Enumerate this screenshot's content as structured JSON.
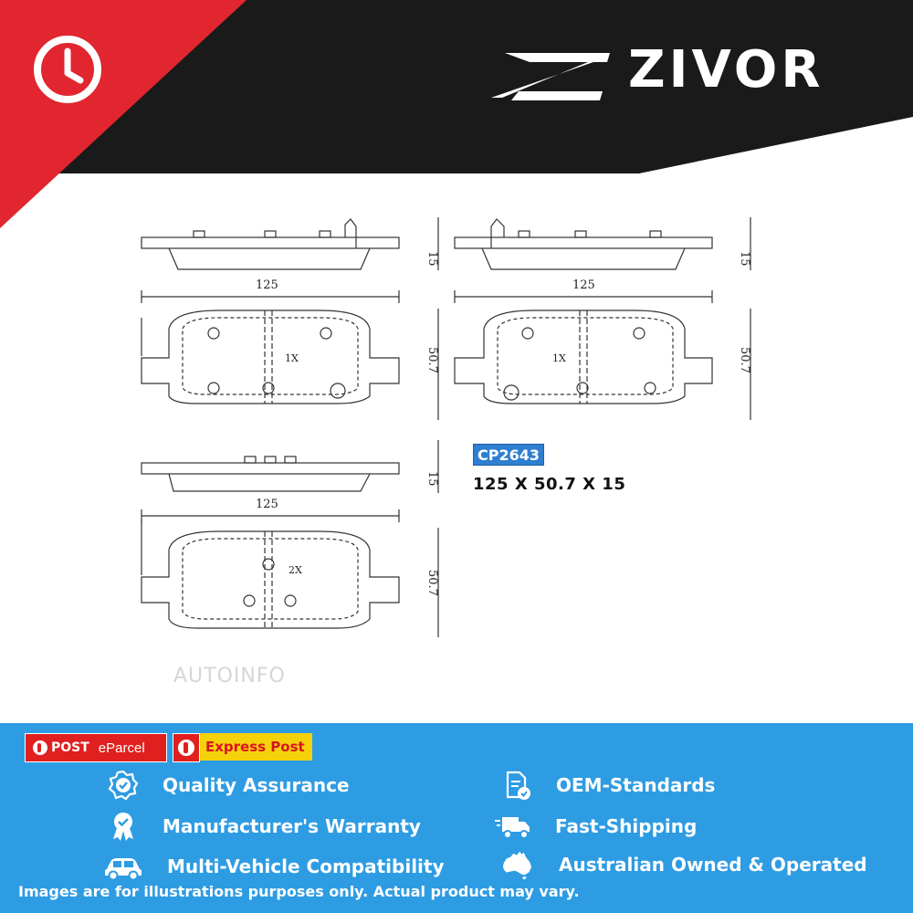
{
  "brand": {
    "name": "ZIVOR"
  },
  "colors": {
    "header_black": "#1a1a1a",
    "accent_red": "#e1262f",
    "footer_blue": "#2e9ce3",
    "badge_yellow": "#f5d10c"
  },
  "drawing": {
    "dims": {
      "top_left_width": "125",
      "top_left_height": "15",
      "top_left_pad_height": "50.7",
      "top_left_qty": "1X",
      "top_right_width": "125",
      "top_right_height": "15",
      "top_right_pad_height": "50.7",
      "top_right_qty": "1X",
      "bottom_width": "125",
      "bottom_height": "15",
      "bottom_pad_height": "50.7",
      "bottom_qty": "2X"
    }
  },
  "product": {
    "part_code": "CP2643",
    "dimensions": "125 X 50.7 X 15"
  },
  "watermark": "AUTOINFO",
  "shipping": {
    "post_label": "POST",
    "eparcel_label": "eParcel",
    "express_label": "Express Post"
  },
  "features": [
    {
      "label": "Quality Assurance",
      "icon": "quality-badge-icon"
    },
    {
      "label": "OEM-Standards",
      "icon": "document-check-icon"
    },
    {
      "label": "Manufacturer's Warranty",
      "icon": "award-ribbon-icon"
    },
    {
      "label": "Fast-Shipping",
      "icon": "delivery-truck-icon"
    },
    {
      "label": "Multi-Vehicle Compatibility",
      "icon": "car-icon"
    },
    {
      "label": "Australian Owned & Operated",
      "icon": "australia-map-icon"
    }
  ],
  "disclaimer": "Images are for illustrations purposes only. Actual product may vary."
}
